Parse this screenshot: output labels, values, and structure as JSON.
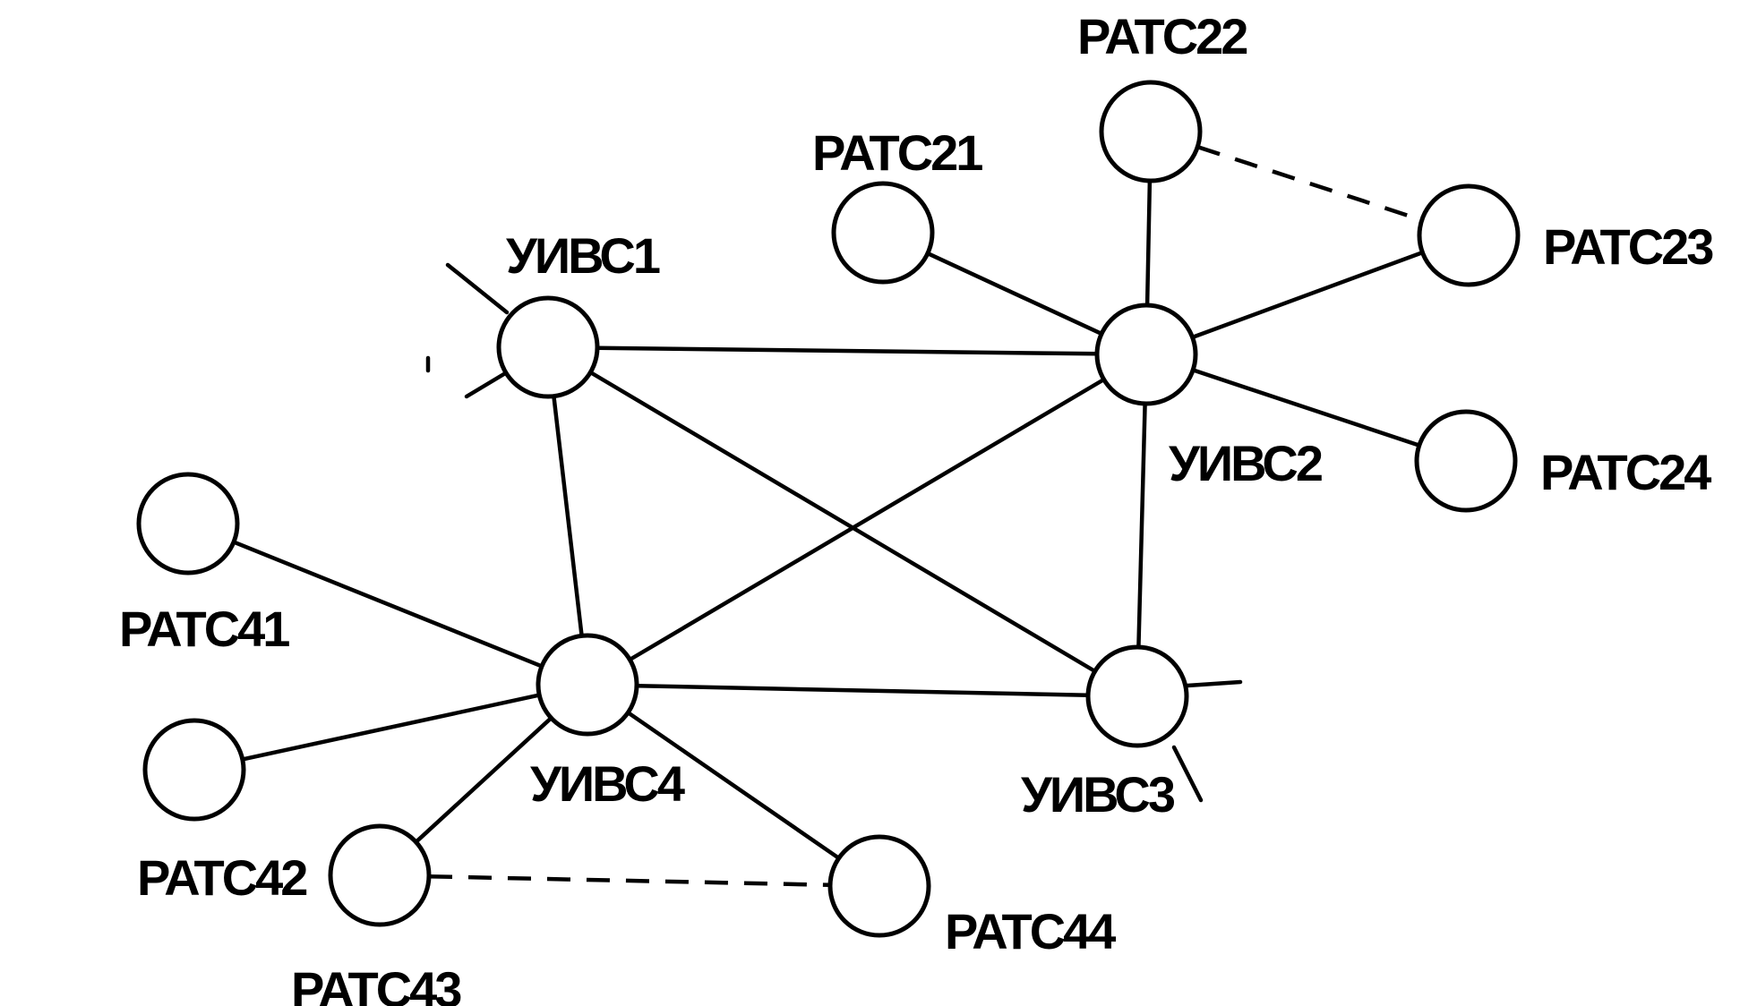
{
  "nodes": [
    {
      "id": "uivs1",
      "label": "УИВС1"
    },
    {
      "id": "uivs2",
      "label": "УИВС2"
    },
    {
      "id": "uivs3",
      "label": "УИВС3"
    },
    {
      "id": "uivs4",
      "label": "УИВС4"
    },
    {
      "id": "ratc21",
      "label": "PATC21"
    },
    {
      "id": "ratc22",
      "label": "PATC22"
    },
    {
      "id": "ratc23",
      "label": "PATC23"
    },
    {
      "id": "ratc24",
      "label": "PATC24"
    },
    {
      "id": "ratc41",
      "label": "PATC41"
    },
    {
      "id": "ratc42",
      "label": "PATC42"
    },
    {
      "id": "ratc43",
      "label": "PATC43"
    },
    {
      "id": "ratc44",
      "label": "PATC44"
    }
  ],
  "edges": [
    {
      "from": "uivs1",
      "to": "uivs2",
      "style": "solid"
    },
    {
      "from": "uivs1",
      "to": "uivs3",
      "style": "solid"
    },
    {
      "from": "uivs1",
      "to": "uivs4",
      "style": "solid"
    },
    {
      "from": "uivs2",
      "to": "uivs3",
      "style": "solid"
    },
    {
      "from": "uivs2",
      "to": "uivs4",
      "style": "solid"
    },
    {
      "from": "uivs3",
      "to": "uivs4",
      "style": "solid"
    },
    {
      "from": "uivs2",
      "to": "ratc21",
      "style": "solid"
    },
    {
      "from": "uivs2",
      "to": "ratc22",
      "style": "solid"
    },
    {
      "from": "uivs2",
      "to": "ratc23",
      "style": "solid"
    },
    {
      "from": "uivs2",
      "to": "ratc24",
      "style": "solid"
    },
    {
      "from": "ratc22",
      "to": "ratc23",
      "style": "dashed"
    },
    {
      "from": "uivs4",
      "to": "ratc41",
      "style": "solid"
    },
    {
      "from": "uivs4",
      "to": "ratc42",
      "style": "solid"
    },
    {
      "from": "uivs4",
      "to": "ratc43",
      "style": "solid"
    },
    {
      "from": "uivs4",
      "to": "ratc44",
      "style": "solid"
    },
    {
      "from": "ratc43",
      "to": "ratc44",
      "style": "dashed"
    }
  ]
}
